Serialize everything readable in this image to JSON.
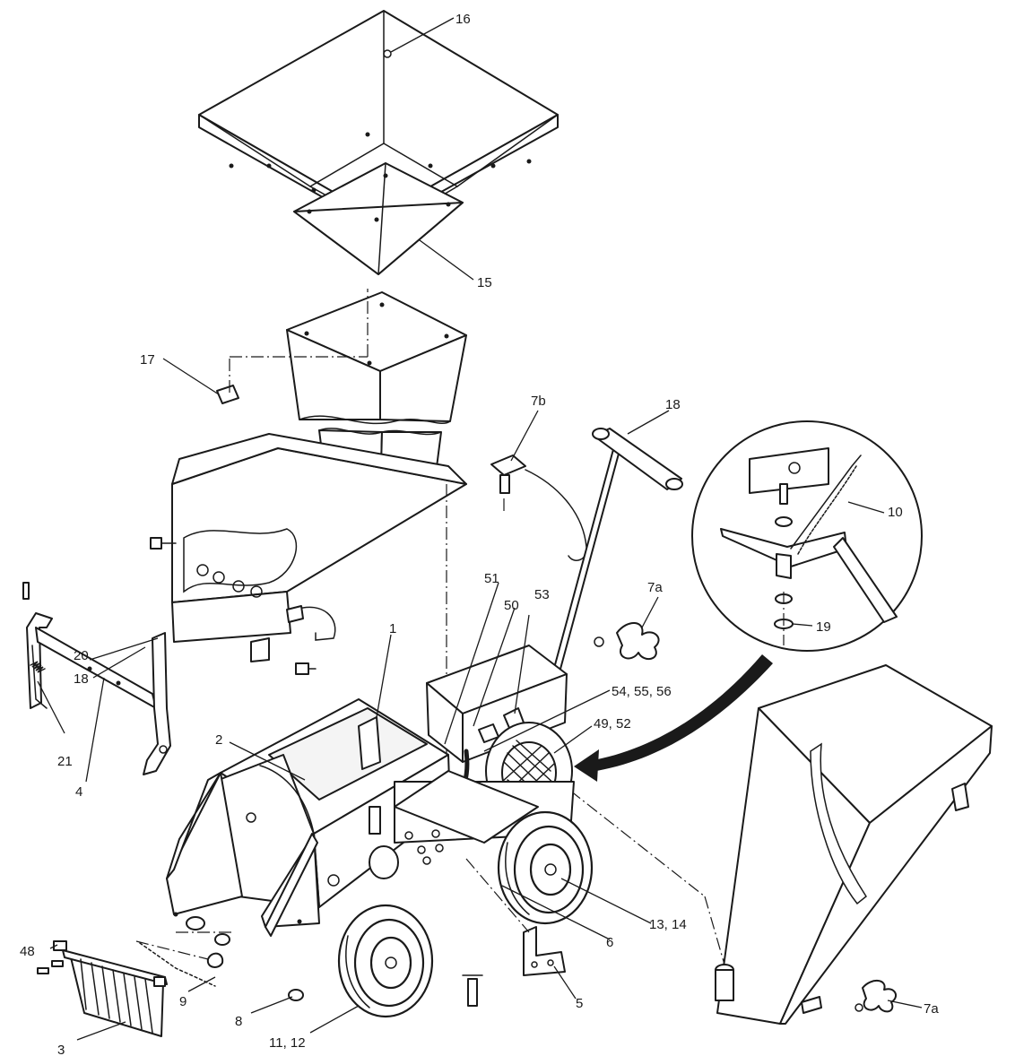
{
  "diagram": {
    "labels": {
      "l16": "16",
      "l15": "15",
      "l17": "17",
      "l7b": "7b",
      "l18a": "18",
      "l10": "10",
      "l19": "19",
      "l7a_top": "7a",
      "l51": "51",
      "l50": "50",
      "l53": "53",
      "l1": "1",
      "l54": "54, 55, 56",
      "l49": "49, 52",
      "l20": "20",
      "l18b": "18",
      "l2": "2",
      "l21": "21",
      "l4": "4",
      "l13": "13, 14",
      "l6": "6",
      "l48": "48",
      "l9": "9",
      "l8": "8",
      "l5": "5",
      "l3": "3",
      "l11": "11, 12",
      "l7a_bottom": "7a"
    }
  }
}
